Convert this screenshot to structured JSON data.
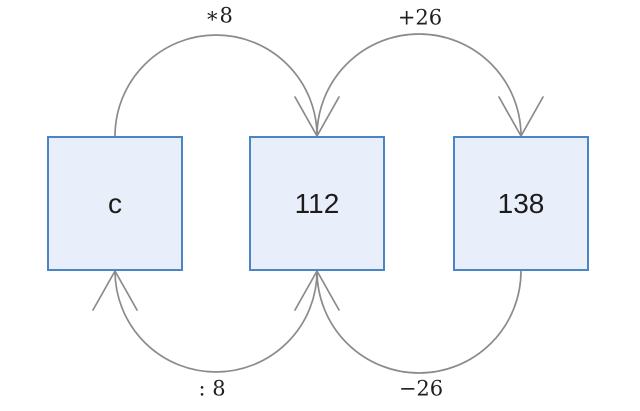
{
  "diagram": {
    "type": "operation-chain",
    "background_color": "#ffffff",
    "node_fill_color": "#e9effa",
    "node_border_color": "#4a85c6",
    "node_text_color": "#1c1c1c",
    "arrow_color": "#8b8b8b",
    "label_text_color": "#1f1f1f",
    "nodes": [
      {
        "id": "c",
        "label": "c"
      },
      {
        "id": "112",
        "label": "112"
      },
      {
        "id": "138",
        "label": "138"
      }
    ],
    "edges": [
      {
        "from": "c",
        "to": "112",
        "label": "∗8",
        "position": "top-left",
        "direction": "right"
      },
      {
        "from": "112",
        "to": "138",
        "label": "+26",
        "position": "top-right",
        "direction": "right"
      },
      {
        "from": "112",
        "to": "c",
        "label": ": 8",
        "position": "bottom-left",
        "direction": "left"
      },
      {
        "from": "138",
        "to": "112",
        "label": "−26",
        "position": "bottom-right",
        "direction": "left"
      }
    ]
  }
}
